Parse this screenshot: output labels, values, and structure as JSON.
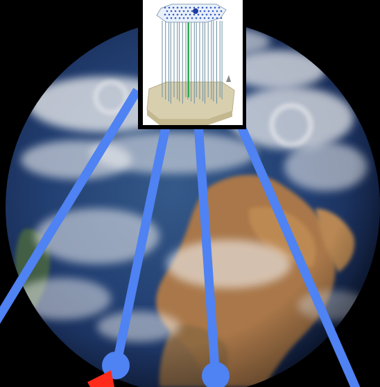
{
  "figure": {
    "background_color": "#000000",
    "beam_color": "#4F82F2",
    "arrow_color": "#FF2A1A",
    "inset_frame_color": "#000000",
    "inset_background_color": "#FFFFFF",
    "text": []
  },
  "globe": {
    "ocean_color": "#1E3A6B",
    "land_color": "#A9774A",
    "cloud_color": "#F2F2F2"
  },
  "detector": {
    "shape": "hexagonal-array-with-vertical-strings",
    "base_color": "#D8CFAE",
    "top_plate_color": "#E9F1FA",
    "string_color": "#6C8FA3",
    "highlight_color": "#2EAA4A"
  },
  "beams": {
    "count": 4,
    "endpoint_markers": 2
  }
}
